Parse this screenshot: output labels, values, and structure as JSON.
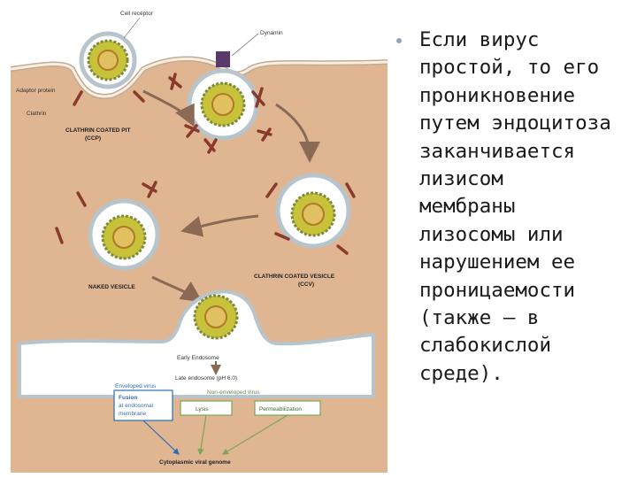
{
  "figure": {
    "labels": {
      "cell_receptor": "Cell receptor",
      "dynamin": "Dynamin",
      "adaptor_protein": "Adaptor protein",
      "clathrin": "Clathrin",
      "ccp_line1": "CLATHRIN COATED PIT",
      "ccp_line2": "(CCP)",
      "ccv_line1": "CLATHRIN COATED VESICLE",
      "ccv_line2": "(CCV)",
      "naked_vesicle": "NAKED VESICLE",
      "early_endosome": "Early Endosome",
      "late_endosome": "Late endosome (pH 6.0)",
      "enveloped_virus": "Enveloped virus",
      "non_enveloped_virus": "Non-enveloped virus",
      "fusion_line1": "Fusion",
      "fusion_line2": "at endosomal",
      "fusion_line3": "membrane",
      "lysis": "Lysis",
      "permeabilization": "Permeabilization",
      "cytoplasmic_genome": "Cytoplasmic viral genome"
    },
    "colors": {
      "cytoplasm": "#dfb592",
      "membrane": "#f5efe6",
      "capsid": "#c8c23a",
      "clathrin": "#8a3a2a",
      "arrow": "#8a6a55",
      "box_blue": "#2f6fb0",
      "arrow_green": "#7aa65a"
    }
  },
  "text": {
    "lines": [
      "Если вирус",
      "простой, то его",
      "проникновение",
      "путем эндоцитоза",
      "заканчивается",
      "лизисом",
      "мембраны",
      "лизосомы или",
      "нарушением ее",
      "проницаемости",
      "(также – в",
      "слабокислой",
      "среде)."
    ]
  }
}
